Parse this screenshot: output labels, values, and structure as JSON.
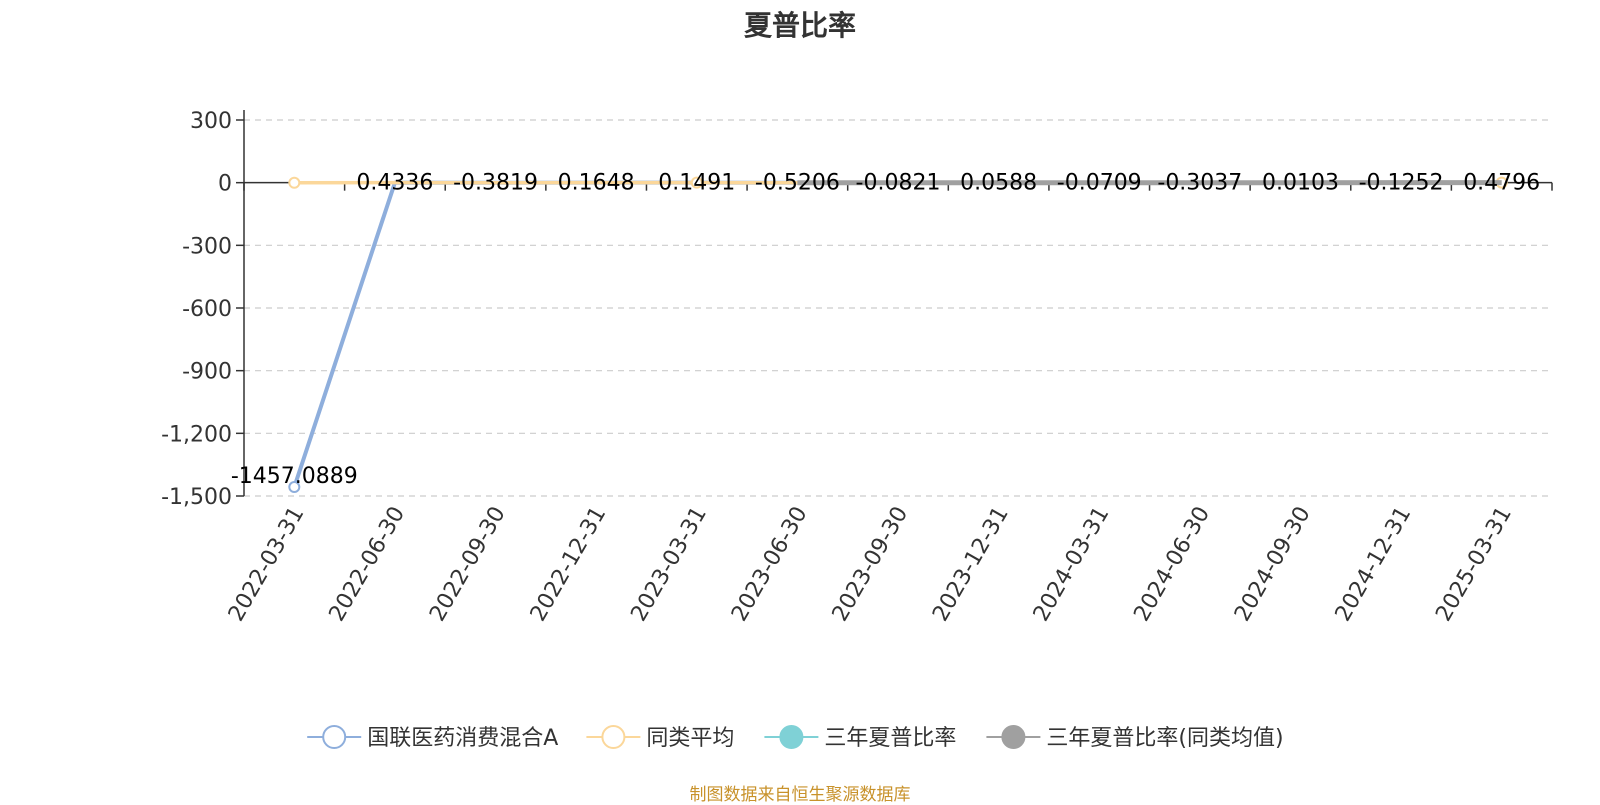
{
  "chart_data": {
    "type": "line",
    "title": "夏普比率",
    "xlabel": "",
    "ylabel": "",
    "categories": [
      "2022-03-31",
      "2022-06-30",
      "2022-09-30",
      "2022-12-31",
      "2023-03-31",
      "2023-06-30",
      "2023-09-30",
      "2023-12-31",
      "2024-03-31",
      "2024-06-30",
      "2024-09-30",
      "2024-12-31",
      "2025-03-31"
    ],
    "ylim": [
      -1500,
      300
    ],
    "yticks": [
      300,
      0,
      -300,
      -600,
      -900,
      -1200,
      -1500
    ],
    "ytick_labels": [
      "300",
      "0",
      "-300",
      "-600",
      "-900",
      "-1,200",
      "-1,500"
    ],
    "grid": true,
    "legend_position": "bottom",
    "series": [
      {
        "name": "国联医药消费混合A",
        "color": "#8eaedc",
        "marker": "hollow-circle",
        "values": [
          -1457.0889,
          0.4336,
          -0.3819,
          0.1648,
          0.1491,
          -0.5206,
          -0.0821,
          0.0588,
          -0.0709,
          -0.3037,
          0.0103,
          -0.1252,
          0.4796
        ],
        "data_labels": [
          "-1457.0889",
          "0.4336",
          "-0.3819",
          "0.1648",
          "0.1491",
          "-0.5206",
          "-0.0821",
          "0.0588",
          "-0.0709",
          "-0.3037",
          "0.0103",
          "-0.1252",
          "0.4796"
        ]
      },
      {
        "name": "同类平均",
        "color": "#fbd79a",
        "marker": "hollow-circle",
        "values": [
          -0.61,
          0.05,
          -0.3,
          0.1,
          0.12,
          -0.45,
          -0.1,
          0.05,
          -0.08,
          -0.28,
          0.01,
          -0.1,
          0.4
        ]
      },
      {
        "name": "三年夏普比率",
        "color": "#7fd1d6",
        "marker": "filled-circle",
        "values": []
      },
      {
        "name": "三年夏普比率(同类均值)",
        "color": "#a0a0a0",
        "marker": "filled-circle",
        "values": [
          null,
          null,
          null,
          null,
          null,
          -0.12,
          -0.15,
          -0.1,
          -0.12,
          -0.14,
          -0.1,
          -0.08,
          -0.05
        ]
      }
    ]
  },
  "source_note": "制图数据来自恒生聚源数据库"
}
